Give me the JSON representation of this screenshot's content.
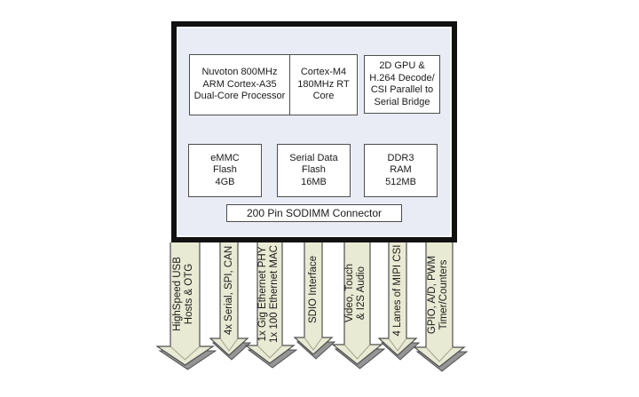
{
  "title": "System-on-Module block diagram",
  "colors": {
    "background": "#ffffff",
    "module_border": "#111111",
    "module_fill": "#e9ecf5",
    "block_fill": "#ffffff",
    "block_border": "#4d4d4d",
    "arrow_fill": "#e9ead3",
    "arrow_outline": "#4f4f4f",
    "arrow_shadow": "#959595",
    "text": "#1a1a1a"
  },
  "module": {
    "blocks": [
      {
        "id": "processor",
        "text": "Nuvoton 800MHz\nARM Cortex-A35\nDual-Core Processor"
      },
      {
        "id": "cortex-m4",
        "text": "Cortex-M4\n180MHz RT\nCore"
      },
      {
        "id": "gpu-bridge",
        "text": "2D GPU &\nH.264 Decode/\nCSI Parallel to\nSerial Bridge"
      },
      {
        "id": "emmc-flash",
        "text": "eMMC\nFlash\n4GB"
      },
      {
        "id": "serial-flash",
        "text": "Serial Data\nFlash\n16MB"
      },
      {
        "id": "ddr3-ram",
        "text": "DDR3\nRAM\n512MB"
      }
    ],
    "connector_label": "200 Pin SODIMM Connector"
  },
  "io_arrows": [
    {
      "id": "usb",
      "label": "HighSpeed USB\nHosts & OTG"
    },
    {
      "id": "serial",
      "label": "4x Serial, SPI, CAN"
    },
    {
      "id": "ethernet",
      "label": "1x Gig Ethernet PHY\n1x 100 Ethernet MAC"
    },
    {
      "id": "sdio",
      "label": "SDIO Interface"
    },
    {
      "id": "video",
      "label": "Video, Touch\n& I2S Audio"
    },
    {
      "id": "mipi-csi",
      "label": "4 Lanes of MIPI CSI"
    },
    {
      "id": "gpio",
      "label": "GPIO, A/D, PWM\nTimer/Counters"
    }
  ]
}
